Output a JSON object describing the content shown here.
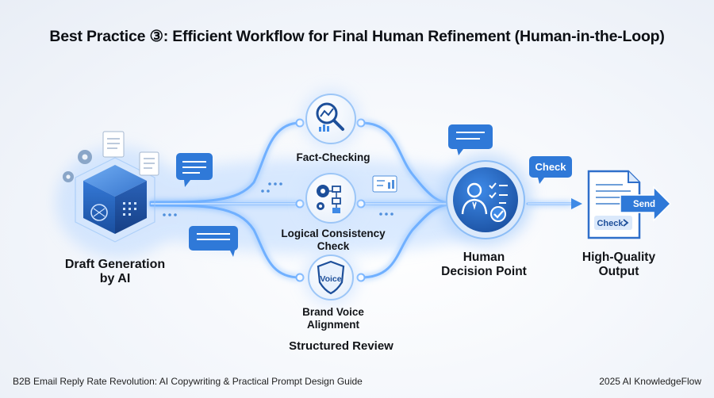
{
  "title": "Best Practice ③: Efficient Workflow for Final Human Refinement (Human-in-the-Loop)",
  "nodes": {
    "draft": {
      "line1": "Draft Generation",
      "line2": "by AI"
    },
    "fact": {
      "label": "Fact-Checking"
    },
    "logic": {
      "line1": "Logical Consistency",
      "line2": "Check"
    },
    "brand": {
      "line1": "Brand Voice",
      "line2": "Alignment",
      "badge": "Voice"
    },
    "review": {
      "label": "Structured Review"
    },
    "human": {
      "line1": "Human",
      "line2": "Decision Point"
    },
    "output": {
      "line1": "High-Quality",
      "line2": "Output"
    }
  },
  "tags": {
    "check_bubble": "Check",
    "doc_check": "Check",
    "send": "Send"
  },
  "footer": {
    "left": "B2B Email Reply Rate Revolution: AI Copywriting & Practical Prompt Design Guide",
    "right": "2025 AI KnowledgeFlow"
  },
  "colors": {
    "accent": "#1f6fd6",
    "dark": "#1d4f9a",
    "glow": "#7fb6ff"
  }
}
